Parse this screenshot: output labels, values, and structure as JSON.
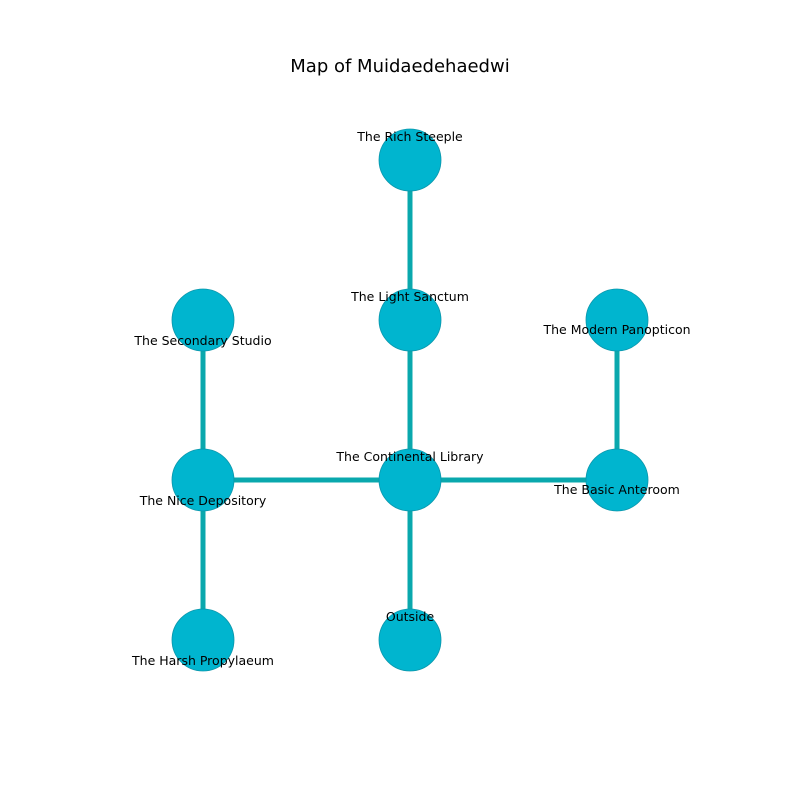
{
  "title": "Map of Muidaedehaedwi",
  "colors": {
    "node_fill": "#00b5cf",
    "node_stroke": "#0a96ab",
    "edge": "#0aa8ad"
  },
  "nodes": [
    {
      "id": "rich-steeple",
      "label": "The Rich Steeple"
    },
    {
      "id": "light-sanctum",
      "label": "The Light Sanctum"
    },
    {
      "id": "secondary-studio",
      "label": "The Secondary Studio"
    },
    {
      "id": "modern-panopticon",
      "label": "The Modern Panopticon"
    },
    {
      "id": "nice-depository",
      "label": "The Nice Depository"
    },
    {
      "id": "continental-library",
      "label": "The Continental Library"
    },
    {
      "id": "basic-anteroom",
      "label": "The Basic Anteroom"
    },
    {
      "id": "harsh-propylaeum",
      "label": "The Harsh Propylaeum"
    },
    {
      "id": "outside",
      "label": "Outside"
    }
  ],
  "edges": [
    [
      "rich-steeple",
      "light-sanctum"
    ],
    [
      "light-sanctum",
      "continental-library"
    ],
    [
      "secondary-studio",
      "nice-depository"
    ],
    [
      "modern-panopticon",
      "basic-anteroom"
    ],
    [
      "nice-depository",
      "continental-library"
    ],
    [
      "continental-library",
      "basic-anteroom"
    ],
    [
      "nice-depository",
      "harsh-propylaeum"
    ],
    [
      "continental-library",
      "outside"
    ]
  ]
}
